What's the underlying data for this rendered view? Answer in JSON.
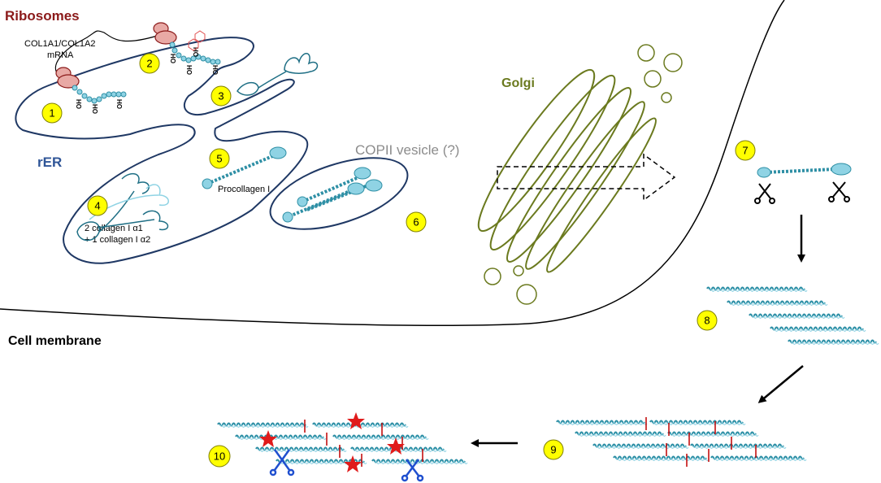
{
  "labels": {
    "ribosomes": "Ribosomes",
    "mrna_line1": "COL1A1/COL1A2",
    "mrna_line2": "mRNA",
    "rer": "rER",
    "golgi": "Golgi",
    "copii_vesicle": "COPII vesicle (?)",
    "procollagen": "Procollagen I",
    "chains_line1": "2 collagen I α1",
    "chains_line2": "+ 1 collagen I α2",
    "cell_membrane": "Cell membrane",
    "oh": "OH"
  },
  "steps": [
    "1",
    "2",
    "3",
    "4",
    "5",
    "6",
    "7",
    "8",
    "9",
    "10"
  ],
  "colors": {
    "membrane_outline": "#1f3864",
    "golgi_green": "#6b7a1f",
    "protein_teal": "#2e8fa5",
    "protein_fill": "#8fd3e4",
    "ribosome_fill": "#e8a9a5",
    "ribosomes_label": "#8b1a1a",
    "rer_label": "#2f5597",
    "copii_label": "#8c8c8c",
    "badge_yellow": "#ffff00",
    "crosslink_red": "#c00000",
    "star_red": "#e01b1b",
    "scissors_blue": "#1f4fcf"
  },
  "icons": [
    "ribosome-icon",
    "scissors-icon",
    "star-icon",
    "arrow-icon"
  ]
}
